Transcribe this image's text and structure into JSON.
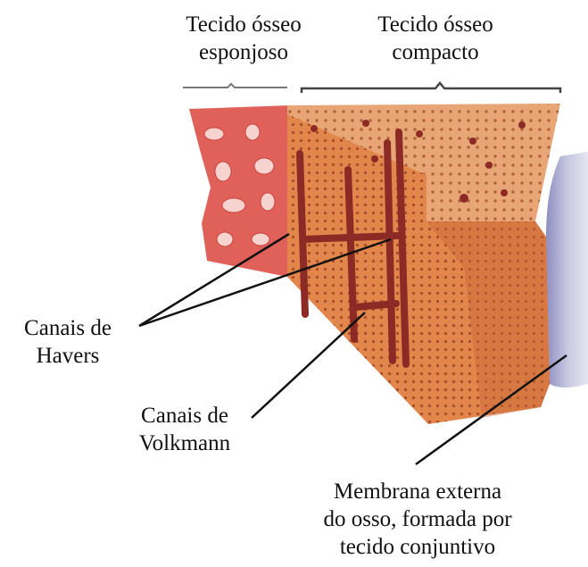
{
  "labels": {
    "spongy_bone": [
      "Tecido ósseo",
      "esponjoso"
    ],
    "compact_bone": [
      "Tecido ósseo",
      "compacto"
    ],
    "havers_canals": [
      "Canais de",
      "Havers"
    ],
    "volkmann_canals": [
      "Canais de",
      "Volkmann"
    ],
    "outer_membrane": [
      "Membrana externa",
      "do osso, formada por",
      "tecido conjuntivo"
    ]
  },
  "colors": {
    "bone_front": "#e2864c",
    "bone_top": "#e8a676",
    "bone_side": "#c9693a",
    "spongy": "#e0615a",
    "spongy_holes": "#f7d3cf",
    "canal": "#8c2a26",
    "membrane": "#b2b2d4",
    "text": "#111111"
  },
  "icons": {
    "bone_block": "bone-block-illustration"
  }
}
